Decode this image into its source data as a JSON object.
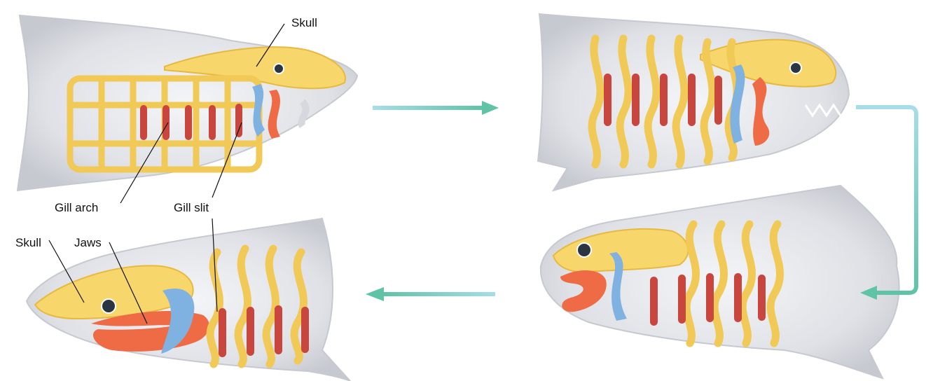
{
  "labels": {
    "skull_top": "Skull",
    "gill_arch": "Gill arch",
    "gill_slit": "Gill slit",
    "skull_bottom": "Skull",
    "jaws": "Jaws"
  },
  "colors": {
    "body_gray": "#cfd2d8",
    "bone_yellow": "#f7d66b",
    "bone_outline": "#e8b93f",
    "gill_red": "#c9463f",
    "jaw_orange": "#ee6b45",
    "arch_blue": "#7fb2e0",
    "arrow_start": "#a6dde9",
    "arrow_end": "#5fc3a6"
  }
}
